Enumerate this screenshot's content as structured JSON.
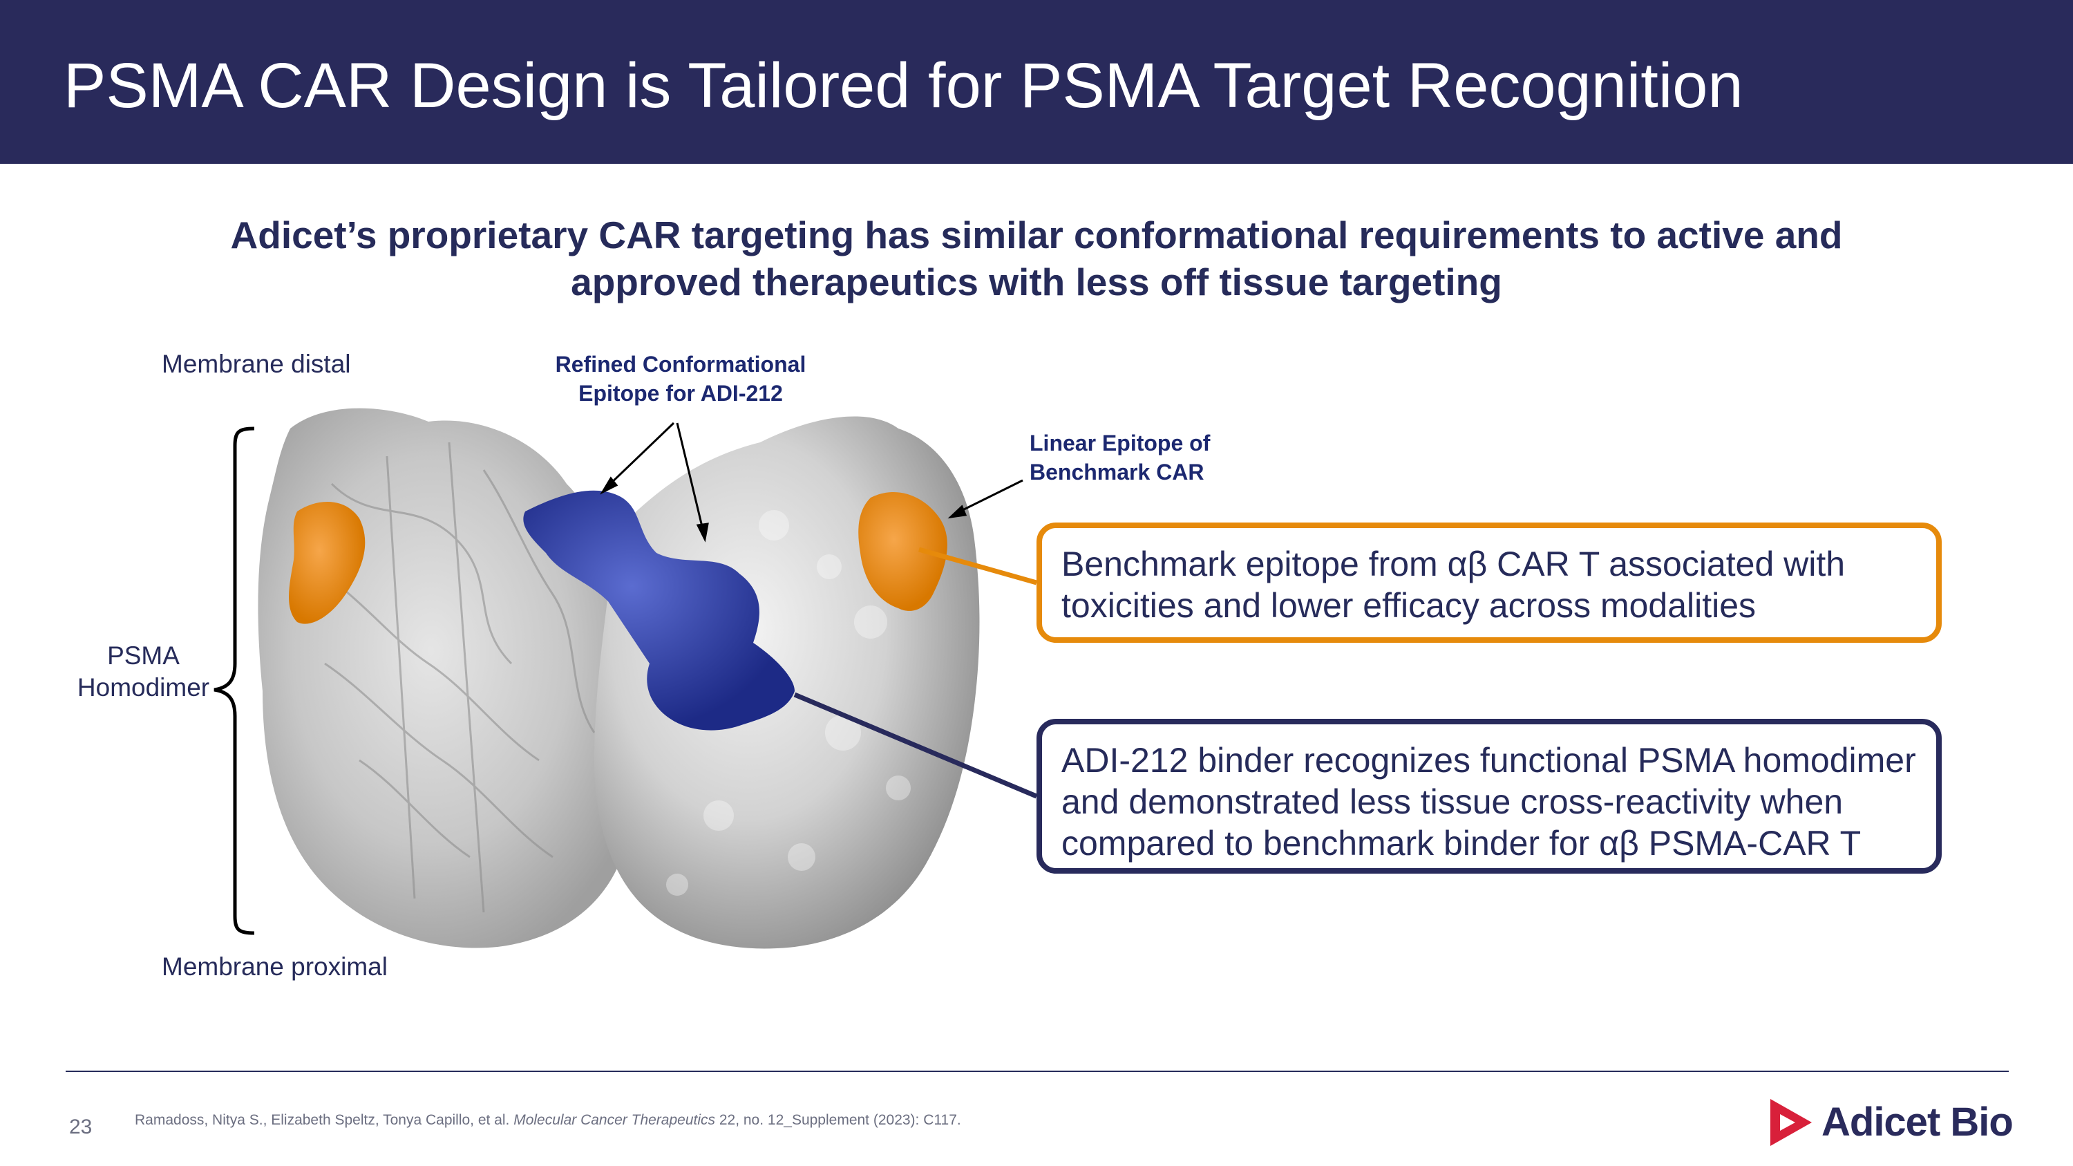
{
  "header": {
    "title": "PSMA CAR Design is Tailored for PSMA Target Recognition"
  },
  "subtitle": {
    "line1": "Adicet’s proprietary CAR targeting has similar conformational requirements to active and",
    "line2": "approved therapeutics with less off tissue targeting"
  },
  "figure": {
    "membrane_distal": "Membrane distal",
    "membrane_proximal": "Membrane proximal",
    "psma_line1": "PSMA",
    "psma_line2": "Homodimer",
    "refined_line1": "Refined Conformational",
    "refined_line2": "Epitope for ADI-212",
    "linear_line1": "Linear Epitope of",
    "linear_line2": "Benchmark CAR"
  },
  "callouts": {
    "benchmark_line1": "Benchmark epitope from αβ CAR T associated with",
    "benchmark_line2": "toxicities and lower efficacy across modalities",
    "adi_line1": "ADI-212 binder recognizes functional PSMA homodimer",
    "adi_line2": "and demonstrated less tissue cross-reactivity when",
    "adi_line3": "compared to benchmark binder for αβ PSMA-CAR T"
  },
  "footer": {
    "page_number": "23",
    "citation_authors": "Ramadoss, Nitya S., Elizabeth Speltz, Tonya Capillo, et al. ",
    "citation_journal": "Molecular Cancer Therapeutics",
    "citation_rest": " 22, no. 12_Supplement (2023): C117.",
    "logo_text": "Adicet Bio"
  },
  "colors": {
    "navy": "#292a5b",
    "orange_epitope": "#e68a0b",
    "blue_epitope": "#2a3a9e",
    "protein_gray": "#c9c9c9"
  }
}
